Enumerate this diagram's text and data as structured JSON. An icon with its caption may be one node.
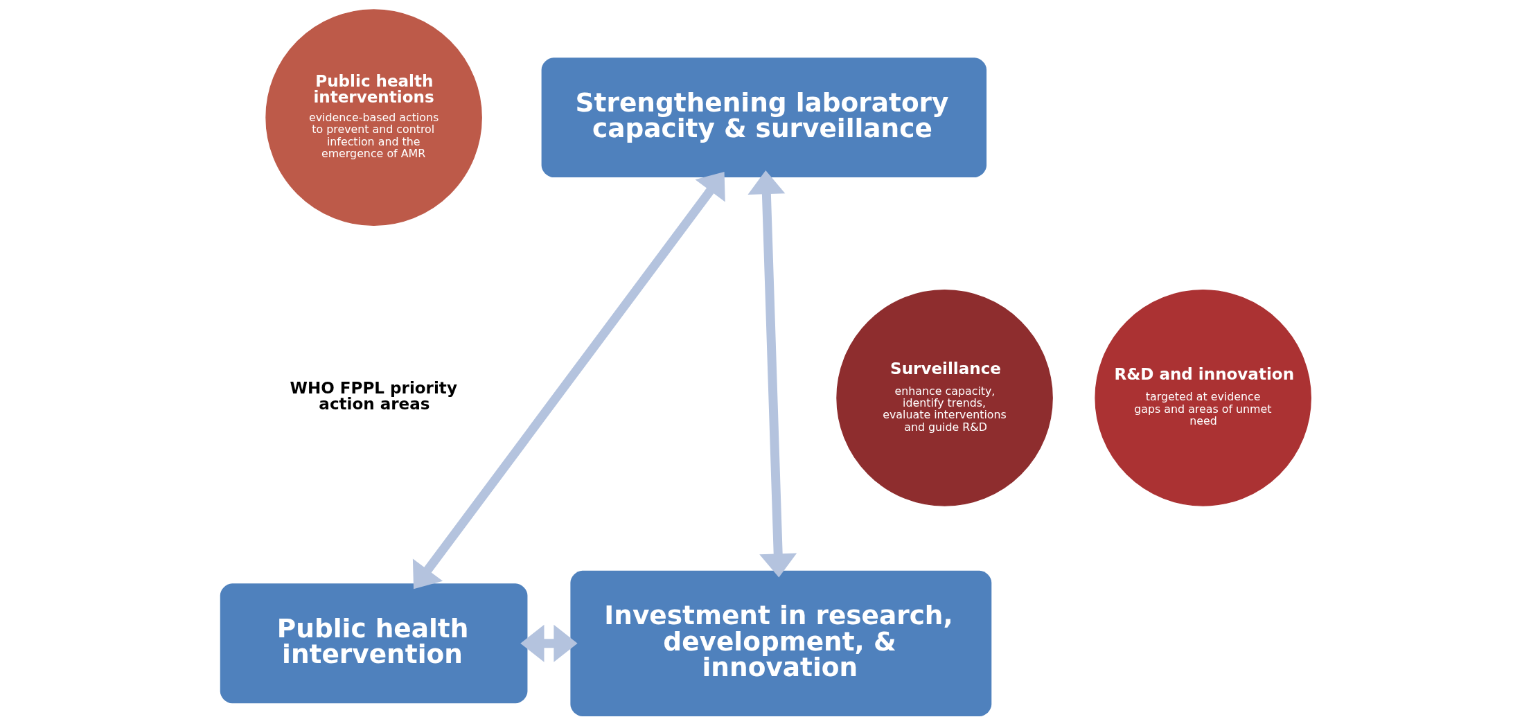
{
  "diagram": {
    "nodes": [
      {
        "text": [
          "Public health interventions",
          "evidence-based actions to prevent and control infection and the emergence of AMR"
        ]
      },
      {
        "text": [
          "Surveillance",
          "enhance capacity, identify trends, evaluate interventions and guide R&D"
        ]
      },
      {
        "text": [
          "WHO FPPL priority action areas"
        ]
      },
      {
        "text": [
          "R&D and innovation",
          "targeted at evidence gaps and areas of unmet need"
        ]
      },
      {
        "text": [
          "Strengthening laboratory capacity & surveillance"
        ]
      },
      {
        "text": [
          "Public health intervention"
        ]
      },
      {
        "text": [
          "Investment in research, development, & innovation"
        ]
      }
    ],
    "edges": [
      {
        "from": 4,
        "to": 5,
        "arrow": "both"
      },
      {
        "from": 4,
        "to": 6,
        "arrow": "both"
      },
      {
        "from": 5,
        "to": 6,
        "arrow": "both"
      }
    ]
  }
}
